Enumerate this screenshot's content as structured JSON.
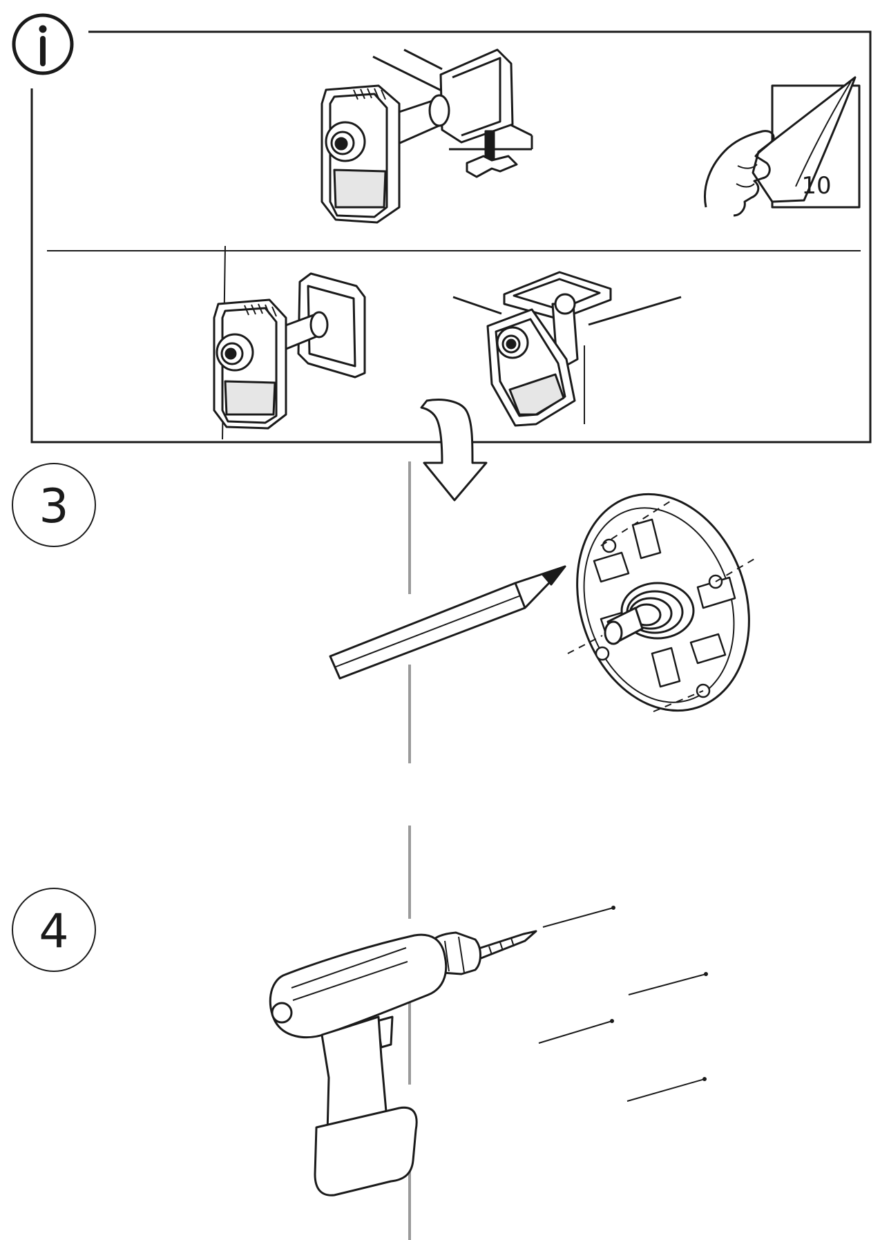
{
  "info_panel": {
    "info_icon": "info-circle-icon",
    "manual_page_ref": "10"
  },
  "steps": [
    {
      "number": "3",
      "icon": "pencil-mark-holes-icon"
    },
    {
      "number": "4",
      "icon": "drill-holes-icon"
    }
  ],
  "colors": {
    "line": "#1a1a1a",
    "gray": "#9a9a9a",
    "background": "#ffffff"
  }
}
